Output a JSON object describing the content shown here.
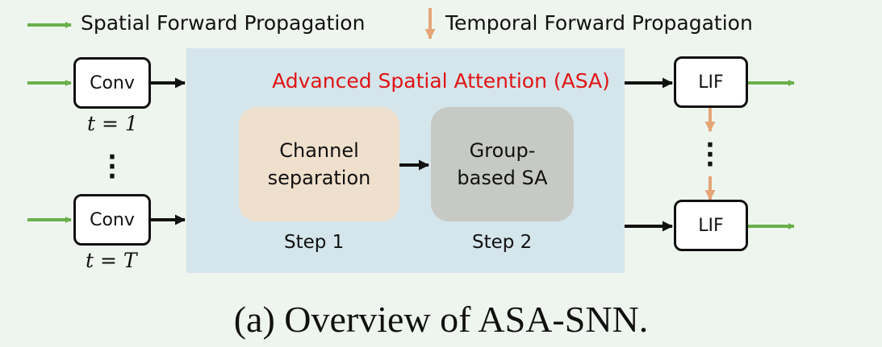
{
  "legend": {
    "spatial_label": "Spatial Forward Propagation",
    "temporal_label": "Temporal Forward Propagation"
  },
  "colors": {
    "spatial_arrow": "#6ab04c",
    "temporal_arrow": "#e5a577",
    "title_red": "#e01414",
    "panel": "#d4e5ec",
    "step1_fill": "#efe0cd",
    "step2_fill": "#c6c9c4"
  },
  "left": {
    "conv_top": "Conv",
    "conv_bottom": "Conv",
    "t_top": "t = 1",
    "t_bottom": "t = T"
  },
  "asa": {
    "title": "Advanced Spatial Attention (ASA)",
    "step1_text_line1": "Channel",
    "step1_text_line2": "separation",
    "step2_text_line1": "Group-",
    "step2_text_line2": "based SA",
    "step1_label": "Step 1",
    "step2_label": "Step 2"
  },
  "right": {
    "lif_top": "LIF",
    "lif_bottom": "LIF"
  },
  "caption": "(a) Overview of ASA-SNN."
}
